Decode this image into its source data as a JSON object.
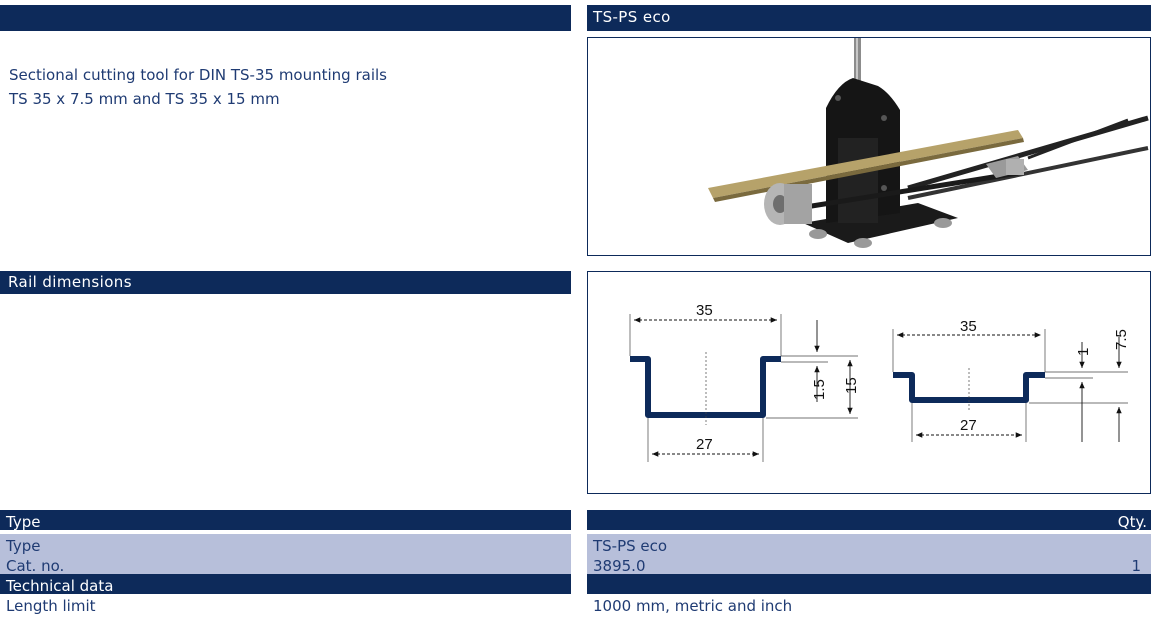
{
  "product_title": "TS-PS eco",
  "description": {
    "line1": "Sectional cutting tool for DIN TS-35 mounting rails",
    "line2": "TS 35 x 7.5 mm and TS 35 x 15 mm"
  },
  "rail_section_title": "Rail dimensions",
  "diagram": {
    "rail15": {
      "width_top": "35",
      "width_bottom": "27",
      "thickness": "1.5",
      "height": "15"
    },
    "rail7": {
      "width_top": "35",
      "width_bottom": "27",
      "thickness": "1",
      "height": "7.5"
    }
  },
  "table": {
    "header_left": "Type",
    "header_right": "Qty.",
    "rows": [
      {
        "label": "Type",
        "value": "TS-PS eco",
        "qty": ""
      },
      {
        "label": "Cat. no.",
        "value": "3895.0",
        "qty": "1"
      }
    ],
    "section2_header": "Technical data",
    "rows2": [
      {
        "label": "Length limit",
        "value": "1000 mm, metric and inch"
      }
    ]
  },
  "colors": {
    "navy": "#0d2a5a",
    "light_row": "#b7bfda",
    "text": "#1f3b73"
  }
}
